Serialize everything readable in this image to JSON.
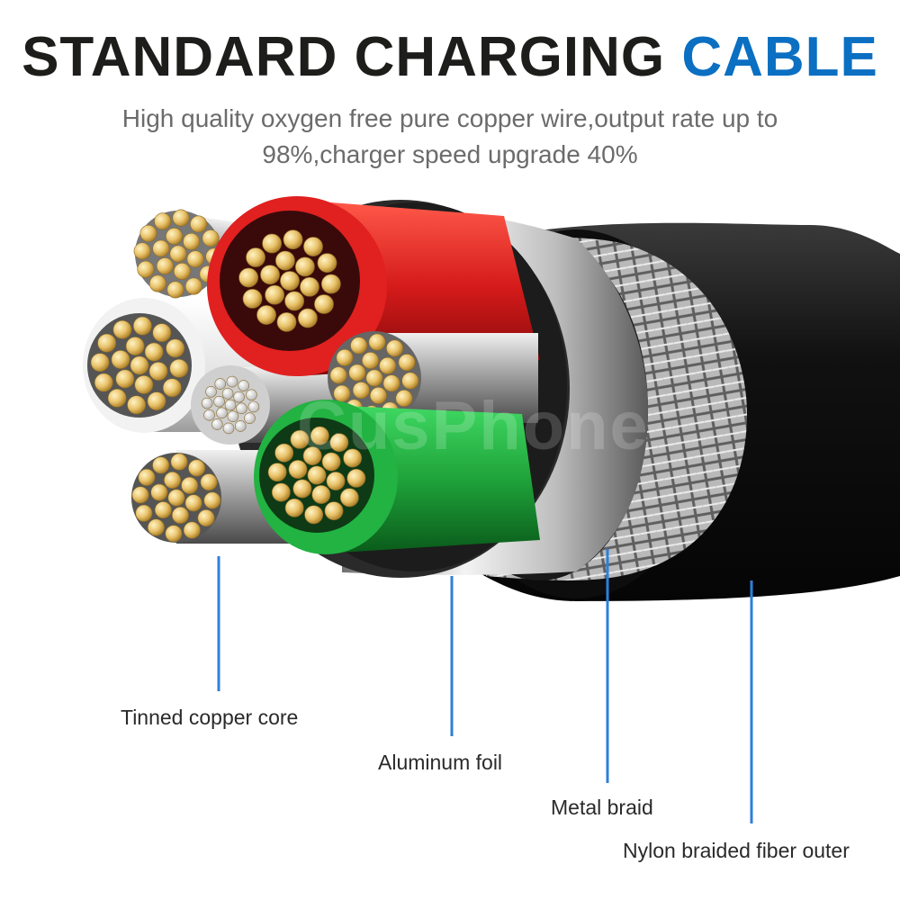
{
  "header": {
    "title_main": "STANDARD CHARGING",
    "title_accent": "CABLE",
    "subtitle": "High quality oxygen free pure copper wire,output rate up to 98%,charger speed upgrade 40%"
  },
  "watermark": "CusPhone",
  "labels": {
    "core": "Tinned copper core",
    "foil": "Aluminum foil",
    "braid": "Metal braid",
    "outer": "Nylon braided fiber outer"
  },
  "colors": {
    "accent": "#0b6fc2",
    "red_wire": "#d41a1a",
    "green_wire": "#1fa33a",
    "jacket": "#111111",
    "copper": "#e8c26a",
    "leader_line": "#2f7fd8"
  }
}
